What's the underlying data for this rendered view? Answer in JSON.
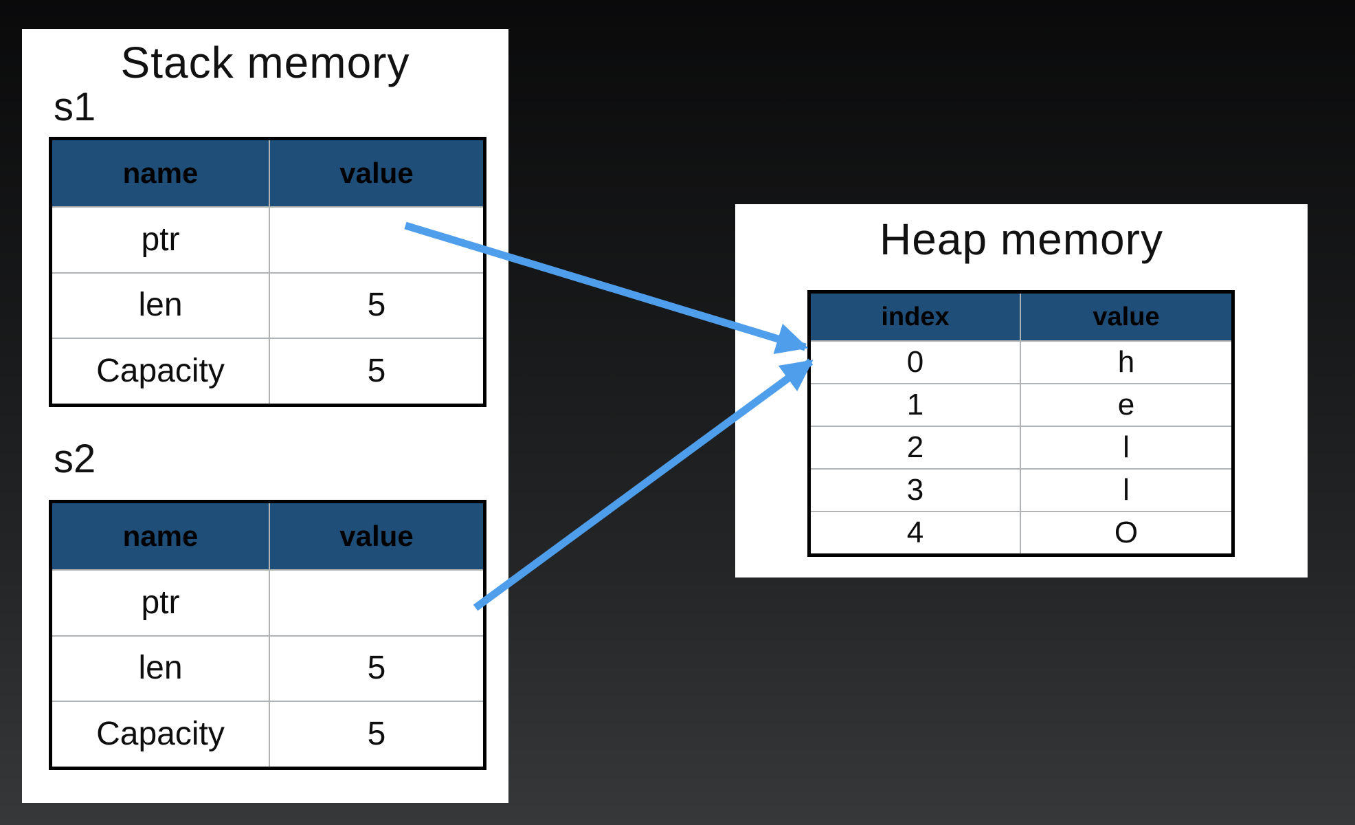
{
  "colors": {
    "arrow": "#4E9EEB",
    "table_header_bg": "#1F4E79",
    "panel_bg": "#FFFFFF",
    "background_top": "#0A0A0B",
    "background_bottom": "#363839"
  },
  "stack_panel": {
    "title": "Stack memory",
    "tables": [
      {
        "label": "s1",
        "columns": [
          "name",
          "value"
        ],
        "rows": [
          [
            "ptr",
            ""
          ],
          [
            "len",
            "5"
          ],
          [
            "Capacity",
            "5"
          ]
        ]
      },
      {
        "label": "s2",
        "columns": [
          "name",
          "value"
        ],
        "rows": [
          [
            "ptr",
            ""
          ],
          [
            "len",
            "5"
          ],
          [
            "Capacity",
            "5"
          ]
        ]
      }
    ]
  },
  "heap_panel": {
    "title": "Heap memory",
    "table": {
      "columns": [
        "index",
        "value"
      ],
      "rows": [
        [
          "0",
          "h"
        ],
        [
          "1",
          "e"
        ],
        [
          "2",
          "l"
        ],
        [
          "3",
          "l"
        ],
        [
          "4",
          "O"
        ]
      ]
    }
  }
}
